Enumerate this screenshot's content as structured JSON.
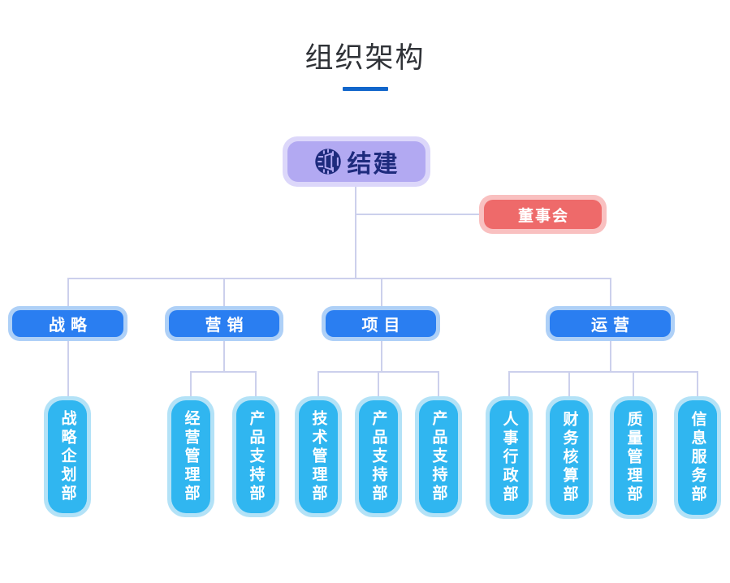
{
  "header": {
    "title": "组织架构"
  },
  "org_chart": {
    "root": {
      "label": "结建",
      "logo_icon": "circular-tiled-door-logo"
    },
    "board": {
      "label": "董事会"
    },
    "departments": [
      {
        "label": "战略",
        "children": [
          {
            "label": "战略企划部"
          }
        ]
      },
      {
        "label": "营销",
        "children": [
          {
            "label": "经营管理部"
          },
          {
            "label": "产品支持部"
          }
        ]
      },
      {
        "label": "项目",
        "children": [
          {
            "label": "技术管理部"
          },
          {
            "label": "产品支持部"
          },
          {
            "label": "产品支持部"
          }
        ]
      },
      {
        "label": "运营",
        "children": [
          {
            "label": "人事行政部"
          },
          {
            "label": "财务核算部"
          },
          {
            "label": "质量管理部"
          },
          {
            "label": "信息服务部"
          }
        ]
      }
    ]
  },
  "colors": {
    "page_bg": "#ffffff",
    "title_text": "#2f3237",
    "title_underline": "#1266cb",
    "connector": "#ccd0ec",
    "navy": "#1e2b7d",
    "purple_fill": "#b2a9f2",
    "purple_halo": "#dcd7fa",
    "red_fill": "#ee6a6a",
    "red_halo": "#f9c0c0",
    "blue_fill": "#2a7ef1",
    "blue_halo": "#aed0f7",
    "cyan_fill": "#30b6f0",
    "cyan_halo": "#b3e2f7",
    "node_text": "#ffffff"
  }
}
